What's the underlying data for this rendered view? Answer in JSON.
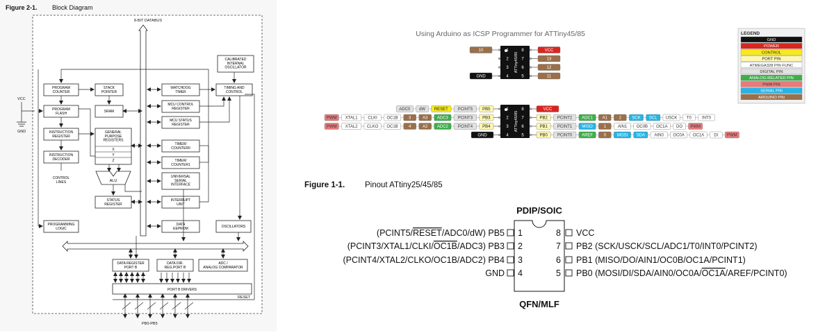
{
  "block_diagram": {
    "figure_label": "Figure 2-1.",
    "figure_title": "Block Diagram",
    "databus_label": "8-BIT DATABUS",
    "vcc_label": "VCC",
    "gnd_label": "GND",
    "control_lines_label": "CONTROL\nLINES",
    "reset_label": "RESET",
    "pins_label": "PB0-PB5",
    "blocks": {
      "program_counter": "PROGRAM\nCOUNTER",
      "stack_pointer": "STACK\nPOINTER",
      "program_flash": "PROGRAM\nFLASH",
      "sram": "SRAM",
      "instruction_register": "INSTRUCTION\nREGISTER",
      "gp_registers": "GENERAL\nPURPOSE\nREGISTERS",
      "x": "X",
      "y": "Y",
      "z": "Z",
      "instruction_decoder": "INSTRUCTION\nDECODER",
      "alu": "ALU",
      "status_register": "STATUS\nREGISTER",
      "programming_logic": "PROGRAMMING\nLOGIC",
      "calibrated_oscillator": "CALIBRATED\nINTERNAL\nOSCILLATOR",
      "watchdog_timer": "WATCHDOG\nTIMER",
      "timing_control": "TIMING AND\nCONTROL",
      "mcu_control_register": "MCU CONTROL\nREGISTER",
      "mcu_status_register": "MCU STATUS\nREGISTER",
      "timer0": "TIMER/\nCOUNTER0",
      "timer1": "TIMER/\nCOUNTER1",
      "usi": "UNIVERSAL\nSERIAL\nINTERFACE",
      "interrupt_unit": "INTERRUPT\nUNIT",
      "data_eeprom": "DATA\nEEPROM",
      "oscillators": "OSCILLATORS",
      "data_register": "DATA REGISTER\nPORT B",
      "data_dir_register": "DATA DIR.\nREG.PORT B",
      "adc_comparator": "ADC /\nANALOG COMPARATOR",
      "port_drivers": "PORT B DRIVERS"
    }
  },
  "isp": {
    "title": "Using Arduino as ICSP Programmer for ATTiny45/85",
    "chip_label": "ATTiny45/85",
    "top_chip": {
      "left": [
        {
          "num": "1",
          "tag": "10"
        },
        {
          "num": "2",
          "tag": ""
        },
        {
          "num": "3",
          "tag": ""
        },
        {
          "num": "4",
          "tag": "GND"
        }
      ],
      "right": [
        {
          "num": "8",
          "tag": "VCC"
        },
        {
          "num": "7",
          "tag": "13"
        },
        {
          "num": "6",
          "tag": "12"
        },
        {
          "num": "5",
          "tag": "11"
        }
      ]
    },
    "bottom_chip": {
      "left_nums": [
        "1",
        "2",
        "3",
        "4"
      ],
      "right_nums": [
        "8",
        "7",
        "6",
        "5"
      ],
      "left_rows": [
        [
          {
            "t": "ADC0",
            "c": "digital"
          },
          {
            "t": "dW",
            "c": "digital"
          },
          {
            "t": "RESET",
            "c": "control"
          },
          {
            "t": "PCINT5",
            "c": "digital"
          },
          {
            "t": "PB5",
            "c": "port"
          }
        ],
        [
          {
            "t": "PWM",
            "c": "pwm"
          },
          {
            "t": "XTAL1",
            "c": "atmega"
          },
          {
            "t": "CLKI",
            "c": "atmega"
          },
          {
            "t": "OC1B",
            "c": "atmega"
          },
          {
            "t": "3",
            "c": "arduino"
          },
          {
            "t": "A3",
            "c": "arduino"
          },
          {
            "t": "ADC3",
            "c": "analog"
          },
          {
            "t": "PCINT3",
            "c": "digital"
          },
          {
            "t": "PB3",
            "c": "port"
          }
        ],
        [
          {
            "t": "PWM",
            "c": "pwm"
          },
          {
            "t": "XTAL2",
            "c": "atmega"
          },
          {
            "t": "CLKO",
            "c": "atmega"
          },
          {
            "t": "OC1B",
            "c": "atmega"
          },
          {
            "t": "4",
            "c": "arduino"
          },
          {
            "t": "A2",
            "c": "arduino"
          },
          {
            "t": "ADC2",
            "c": "analog"
          },
          {
            "t": "PCINT4",
            "c": "digital"
          },
          {
            "t": "PB4",
            "c": "port"
          }
        ],
        [
          {
            "t": "GND",
            "c": "gnd"
          }
        ]
      ],
      "right_rows": [
        [
          {
            "t": "VCC",
            "c": "power"
          }
        ],
        [
          {
            "t": "PB2",
            "c": "port"
          },
          {
            "t": "PCINT2",
            "c": "digital"
          },
          {
            "t": "ADC1",
            "c": "analog"
          },
          {
            "t": "A1",
            "c": "arduino"
          },
          {
            "t": "2",
            "c": "arduino"
          },
          {
            "t": "SCK",
            "c": "serial"
          },
          {
            "t": "SCL",
            "c": "serial"
          },
          {
            "t": "USCK",
            "c": "atmega"
          },
          {
            "t": "T0",
            "c": "atmega"
          },
          {
            "t": "INT0",
            "c": "atmega"
          }
        ],
        [
          {
            "t": "PB1",
            "c": "port"
          },
          {
            "t": "PCINT1",
            "c": "digital"
          },
          {
            "t": "MISO",
            "c": "serial"
          },
          {
            "t": "1",
            "c": "arduino"
          },
          {
            "t": "AIN1",
            "c": "atmega"
          },
          {
            "t": "OC0B",
            "c": "atmega"
          },
          {
            "t": "OC1A",
            "c": "atmega"
          },
          {
            "t": "DO",
            "c": "atmega"
          },
          {
            "t": "PWM",
            "c": "pwm"
          }
        ],
        [
          {
            "t": "PB0",
            "c": "port"
          },
          {
            "t": "PCINT0",
            "c": "digital"
          },
          {
            "t": "AREF",
            "c": "analog"
          },
          {
            "t": "0",
            "c": "arduino"
          },
          {
            "t": "MOSI",
            "c": "serial"
          },
          {
            "t": "SDA",
            "c": "serial"
          },
          {
            "t": "AIN0",
            "c": "atmega"
          },
          {
            "t": "OC0A",
            "c": "atmega"
          },
          {
            "t": "OC1A",
            "c": "atmega"
          },
          {
            "t": "DI",
            "c": "atmega"
          },
          {
            "t": "PWM",
            "c": "pwm"
          }
        ]
      ]
    },
    "legend_title": "LEGEND",
    "legend": [
      {
        "label": "GND",
        "c": "gnd"
      },
      {
        "label": "POWER",
        "c": "power"
      },
      {
        "label": "CONTROL",
        "c": "control"
      },
      {
        "label": "PORT PIN",
        "c": "port"
      },
      {
        "label": "ATMEGA328 PIN FUNC",
        "c": "atmega"
      },
      {
        "label": "DIGITAL PIN",
        "c": "digital"
      },
      {
        "label": "ANALOG-RELATED PIN",
        "c": "analog"
      },
      {
        "label": "PWM PIN",
        "c": "pwm"
      },
      {
        "label": "SERIAL PIN",
        "c": "serial"
      },
      {
        "label": "ARDUINO PIN",
        "c": "arduino"
      }
    ],
    "colors": {
      "gnd": {
        "fill": "#111111",
        "text": "#ffffff"
      },
      "power": {
        "fill": "#d8261f",
        "text": "#ffffff"
      },
      "control": {
        "fill": "#f7ea1d",
        "text": "#222222"
      },
      "port": {
        "fill": "#fdf7b0",
        "text": "#222222"
      },
      "atmega": {
        "fill": "#ffffff",
        "text": "#333333"
      },
      "digital": {
        "fill": "#e2e2e2",
        "text": "#333333"
      },
      "analog": {
        "fill": "#3fae49",
        "text": "#ffffff"
      },
      "pwm": {
        "fill": "#e9797a",
        "text": "#333333"
      },
      "serial": {
        "fill": "#27b4e4",
        "text": "#ffffff"
      },
      "arduino": {
        "fill": "#9a6f4a",
        "text": "#ffffff"
      }
    }
  },
  "pinout": {
    "figure_label": "Figure 1-1.",
    "figure_title": "Pinout ATtiny25/45/85",
    "package_top": "PDIP/SOIC",
    "package_bottom": "QFN/MLF",
    "left_pins": [
      {
        "num": "1",
        "pre": "(PCINT5/",
        "over": "RESET",
        "post": "/ADC0/dW) PB5"
      },
      {
        "num": "2",
        "pre": "(PCINT3/XTAL1/CLKI/",
        "over": "OC1B",
        "post": "/ADC3) PB3"
      },
      {
        "num": "3",
        "pre": "(PCINT4/XTAL2/CLKO/OC1B/ADC2) PB4",
        "over": "",
        "post": ""
      },
      {
        "num": "4",
        "pre": "GND",
        "over": "",
        "post": ""
      }
    ],
    "right_pins": [
      {
        "num": "8",
        "pre": "VCC",
        "over": "",
        "post": ""
      },
      {
        "num": "7",
        "pre": "PB2 (SCK/USCK/SCL/ADC1/T0/INT0/PCINT2)",
        "over": "",
        "post": ""
      },
      {
        "num": "6",
        "pre": "PB1 (MISO/DO/AIN1/OC0B/OC1A/PCINT1)",
        "over": "",
        "post": ""
      },
      {
        "num": "5",
        "pre": "PB0 (MOSI/DI/SDA/AIN0/OC0A/",
        "over": "OC1A",
        "post": "/AREF/PCINT0)"
      }
    ]
  }
}
